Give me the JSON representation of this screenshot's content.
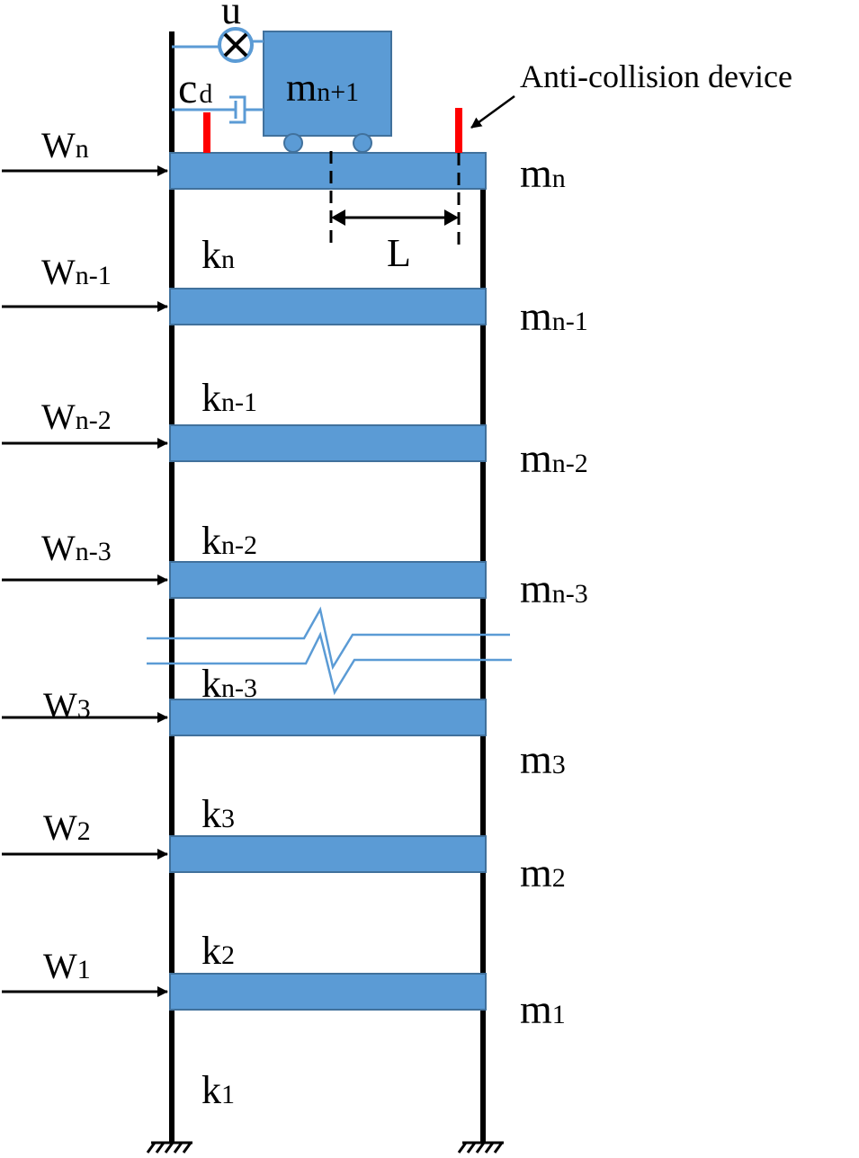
{
  "colors": {
    "floor": "#5B9BD5",
    "floor_edge": "#41719C",
    "column": "#000000",
    "bumper": "#FF0000",
    "break_line": "#5B9BD5"
  },
  "labels": {
    "u": "u",
    "cd_base": "c",
    "cd_sub": "d",
    "mass_top_base": "m",
    "mass_top_sub": "n+1",
    "anti_collision": "Anti-collision device",
    "L": "L"
  },
  "floors": [
    {
      "w_base": "W",
      "w_sub": "n",
      "m_base": "m",
      "m_sub": "n"
    },
    {
      "w_base": "W",
      "w_sub": "n-1",
      "m_base": "m",
      "m_sub": "n-1"
    },
    {
      "w_base": "W",
      "w_sub": "n-2",
      "m_base": "m",
      "m_sub": "n-2"
    },
    {
      "w_base": "W",
      "w_sub": "n-3",
      "m_base": "m",
      "m_sub": "n-3"
    },
    {
      "w_base": "W",
      "w_sub": "3",
      "m_base": "m",
      "m_sub": "3"
    },
    {
      "w_base": "W",
      "w_sub": "2",
      "m_base": "m",
      "m_sub": "2"
    },
    {
      "w_base": "W",
      "w_sub": "1",
      "m_base": "m",
      "m_sub": "1"
    }
  ],
  "stiffness": [
    {
      "base": "k",
      "sub": "n"
    },
    {
      "base": "k",
      "sub": "n-1"
    },
    {
      "base": "k",
      "sub": "n-2"
    },
    {
      "base": "k",
      "sub": "n-3"
    },
    {
      "base": "k",
      "sub": "3"
    },
    {
      "base": "k",
      "sub": "2"
    },
    {
      "base": "k",
      "sub": "1"
    }
  ]
}
